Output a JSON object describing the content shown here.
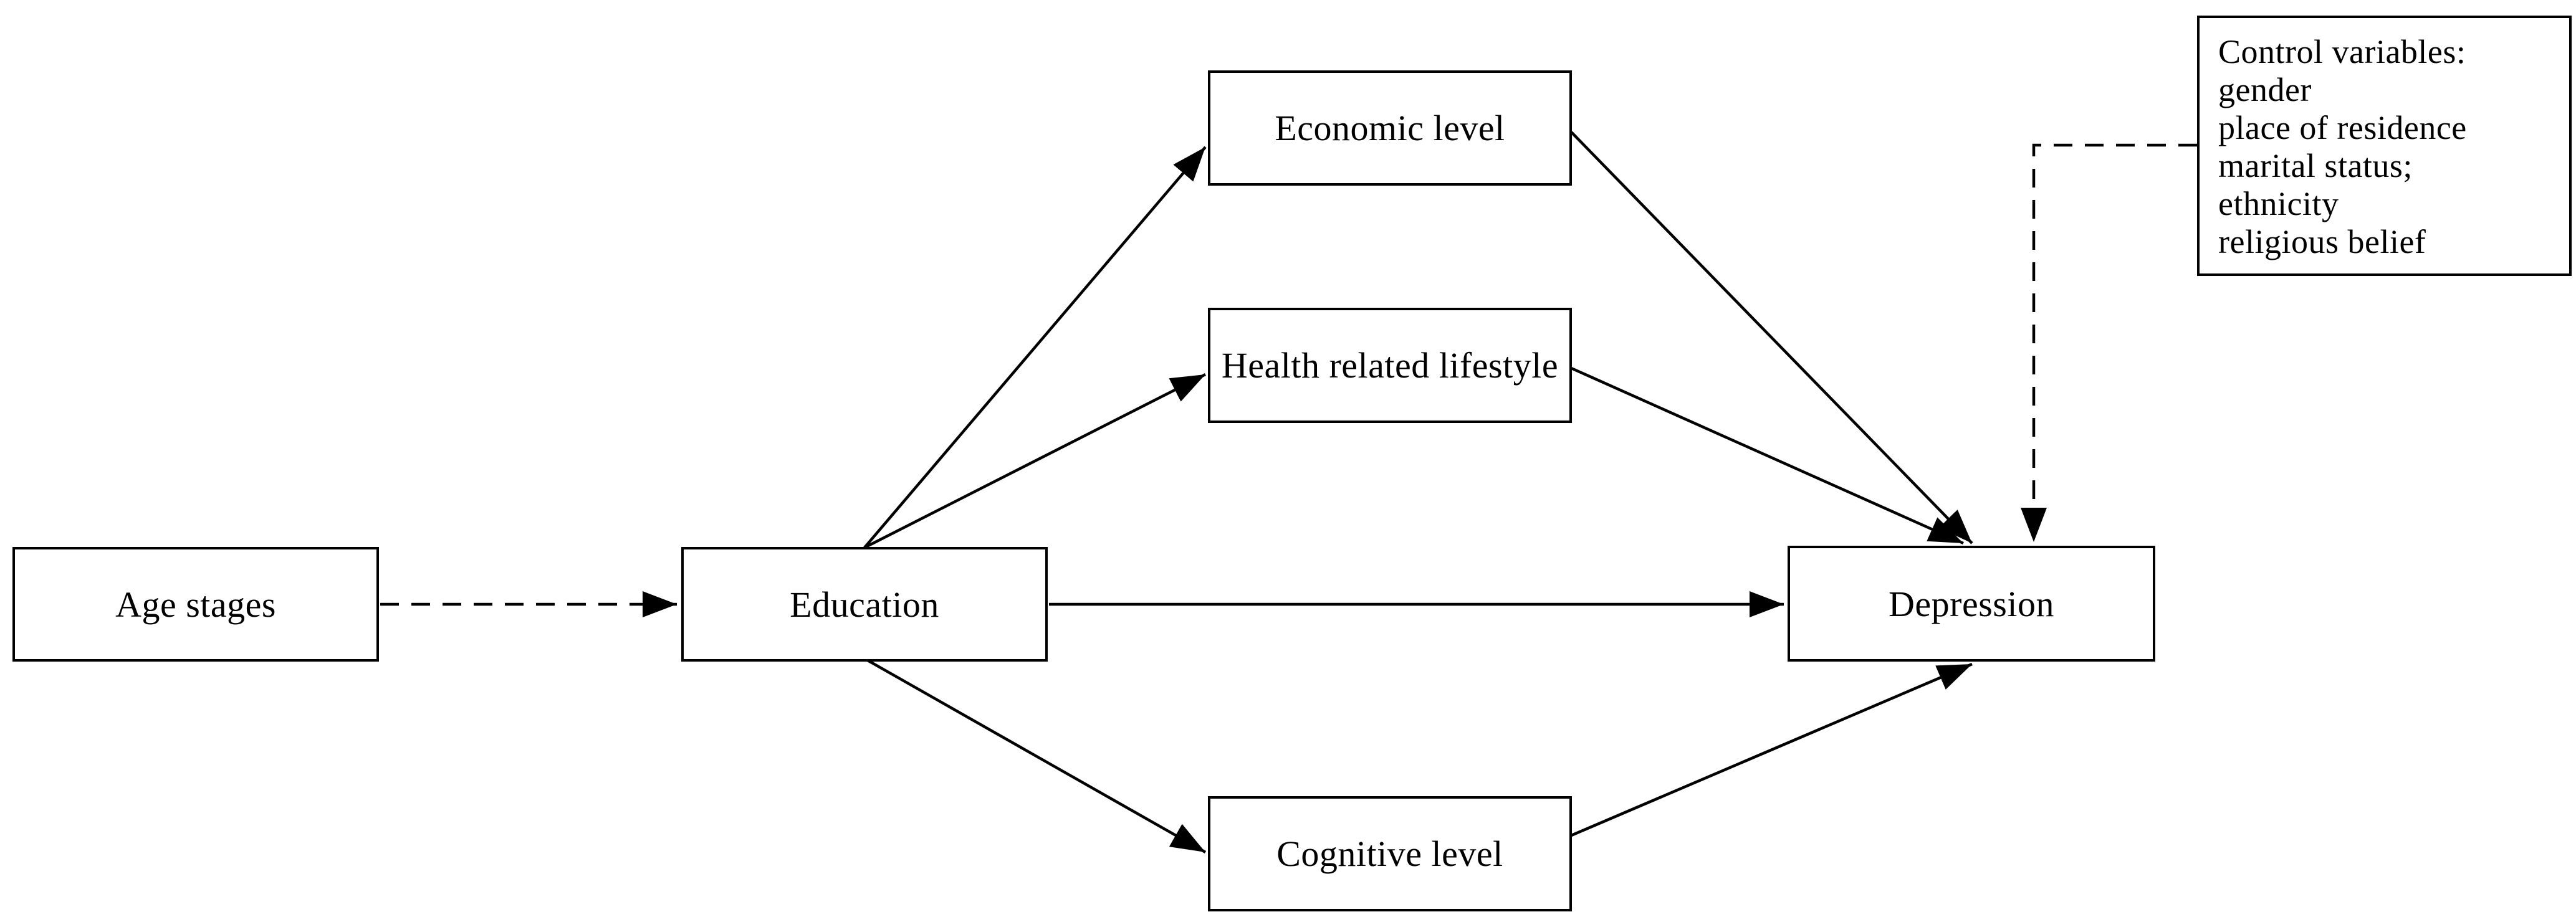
{
  "diagram": {
    "background_color": "#ffffff",
    "line_color": "#000000",
    "nodes": {
      "age_stages": {
        "label": "Age stages"
      },
      "education": {
        "label": "Education"
      },
      "economic": {
        "label": "Economic level"
      },
      "health": {
        "label": "Health related lifestyle"
      },
      "cognitive": {
        "label": "Cognitive level"
      },
      "depression": {
        "label": "Depression"
      },
      "control": {
        "lines": [
          "Control variables:",
          "gender",
          "place of residence",
          "marital status;",
          "ethnicity",
          "religious belief"
        ]
      }
    },
    "edges": [
      {
        "from": "age_stages",
        "to": "education",
        "style": "dashed",
        "arrow": true
      },
      {
        "from": "education",
        "to": "economic",
        "style": "solid",
        "arrow": true
      },
      {
        "from": "education",
        "to": "health",
        "style": "solid",
        "arrow": true
      },
      {
        "from": "education",
        "to": "depression",
        "style": "solid",
        "arrow": true
      },
      {
        "from": "education",
        "to": "cognitive",
        "style": "solid",
        "arrow": true
      },
      {
        "from": "economic",
        "to": "depression",
        "style": "solid",
        "arrow": true
      },
      {
        "from": "health",
        "to": "depression",
        "style": "solid",
        "arrow": true
      },
      {
        "from": "cognitive",
        "to": "depression",
        "style": "solid",
        "arrow": true
      },
      {
        "from": "control",
        "to": "depression",
        "style": "dashed",
        "arrow": true
      }
    ]
  }
}
